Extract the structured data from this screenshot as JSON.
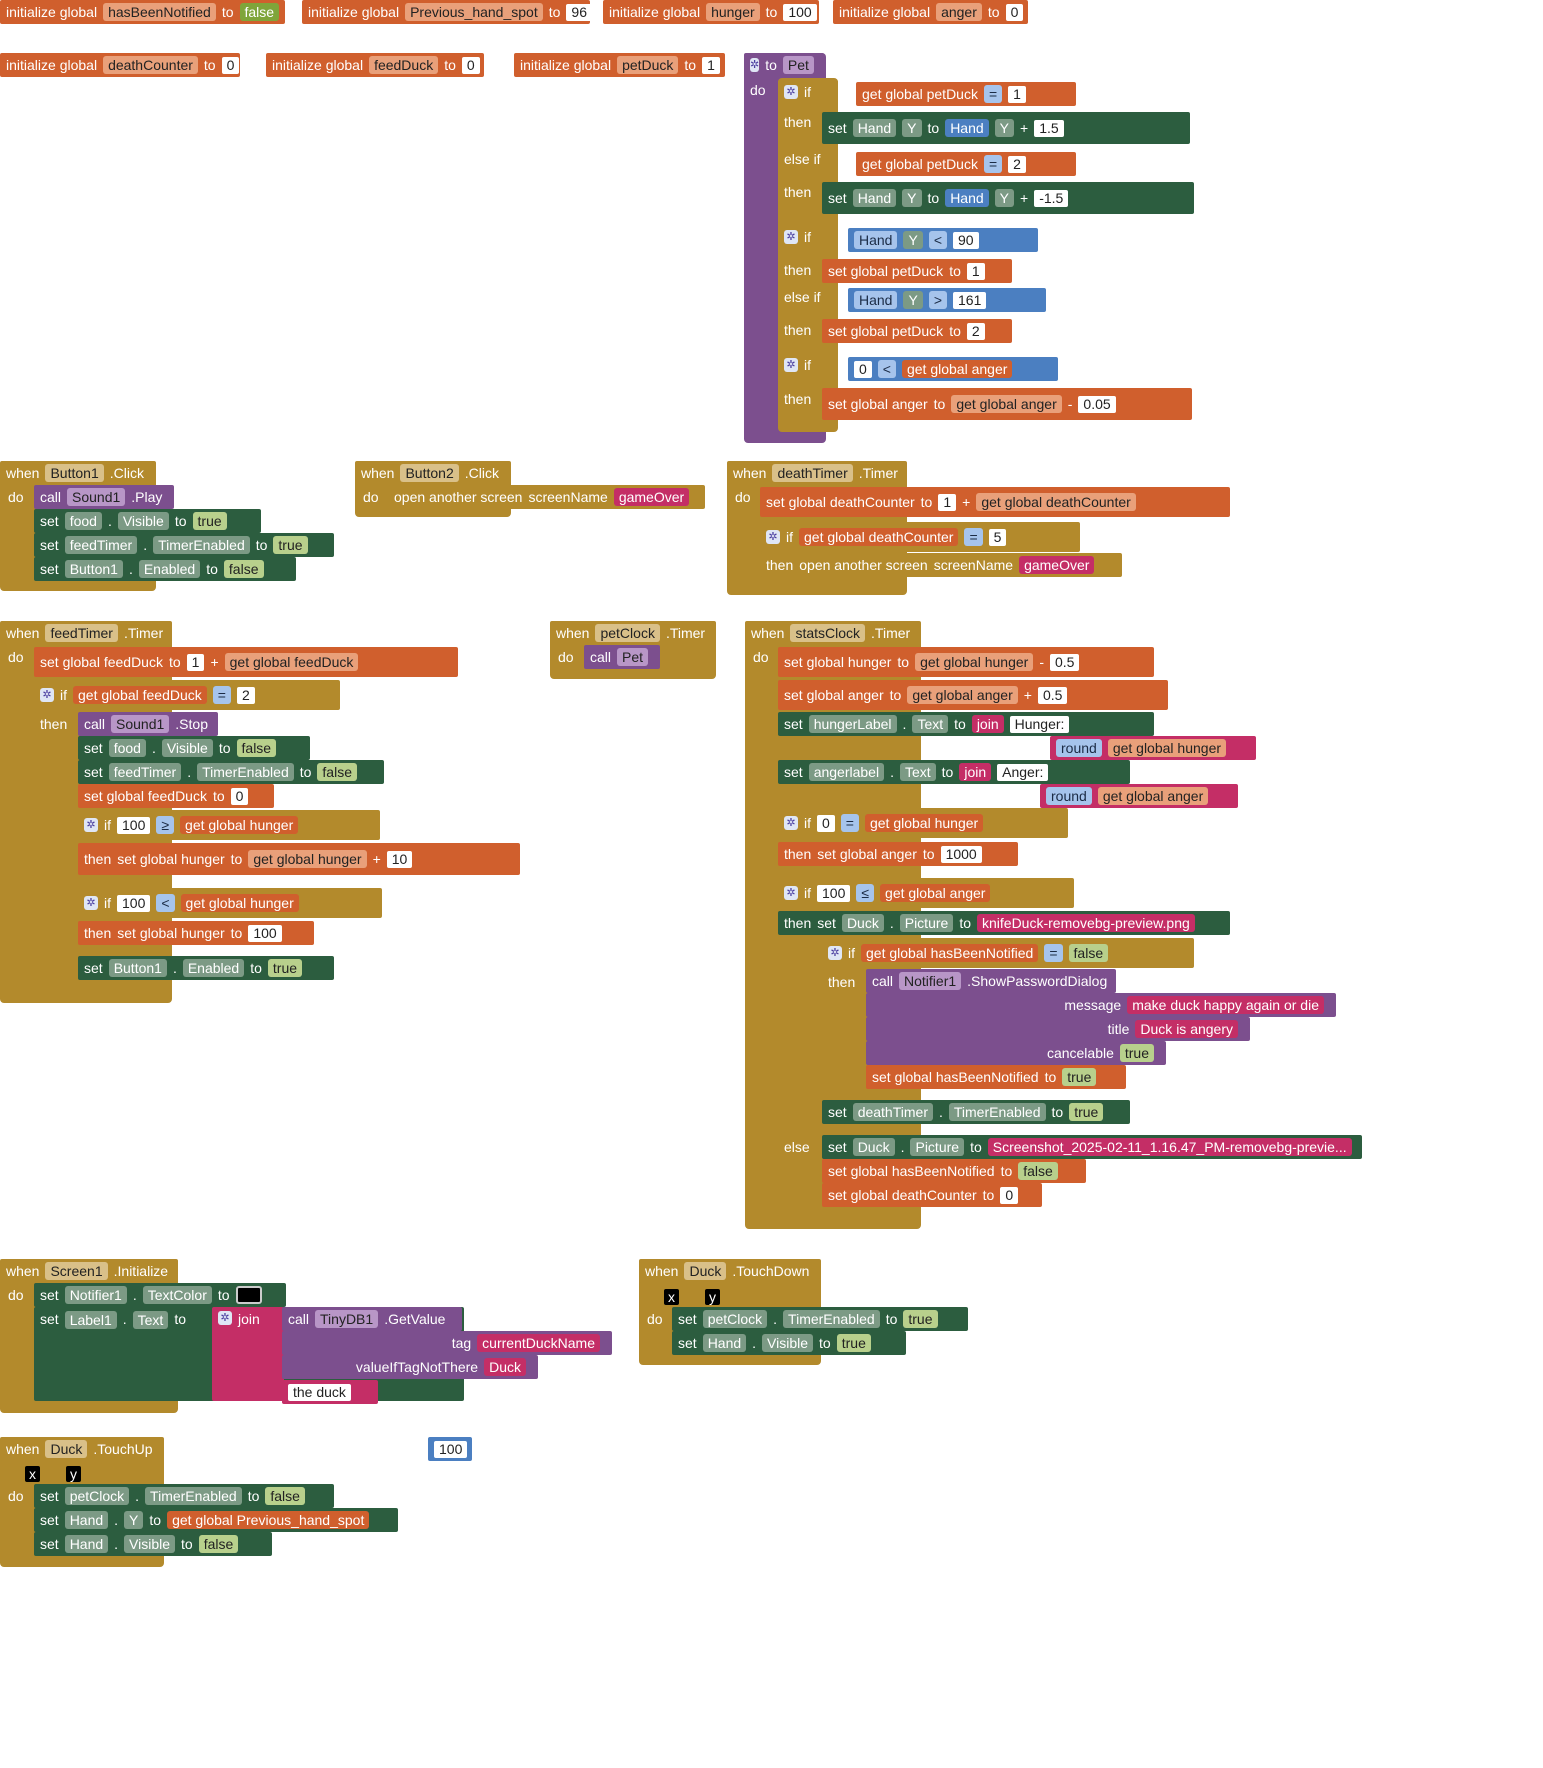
{
  "globals": [
    {
      "kw": "initialize global",
      "name": "hasBeenNotified",
      "to": "to",
      "value": "false"
    },
    {
      "kw": "initialize global",
      "name": "Previous_hand_spot",
      "to": "to",
      "value": "96"
    },
    {
      "kw": "initialize global",
      "name": "hunger",
      "to": "to",
      "value": "100"
    },
    {
      "kw": "initialize global",
      "name": "anger",
      "to": "to",
      "value": "0"
    },
    {
      "kw": "initialize global",
      "name": "deathCounter",
      "to": "to",
      "value": "0"
    },
    {
      "kw": "initialize global",
      "name": "feedDuck",
      "to": "to",
      "value": "0"
    },
    {
      "kw": "initialize global",
      "name": "petDuck",
      "to": "to",
      "value": "1"
    }
  ],
  "pet": {
    "header": "to",
    "name": "Pet",
    "do": "do",
    "lines": [
      "if",
      "get global petDuck",
      "=",
      "1",
      "then",
      "set",
      "Hand",
      "Y",
      "to",
      "Hand",
      "Y",
      "+",
      "1.5",
      "else if",
      "get global petDuck",
      "=",
      "2",
      "then",
      "set",
      "Hand",
      "Y",
      "to",
      "Hand",
      "Y",
      "+",
      "-1.5",
      "if",
      "Hand",
      "Y",
      "<",
      "90",
      "then",
      "set global petDuck",
      "to",
      "1",
      "else if",
      "Hand",
      "Y",
      ">",
      "161",
      "then",
      "set global petDuck",
      "to",
      "2",
      "if",
      "0",
      "<",
      "get global anger",
      "then",
      "set global anger",
      "to",
      "get global anger",
      "-",
      "0.05"
    ]
  },
  "button1": {
    "when": "when",
    "comp": "Button1",
    "evt": ".Click",
    "do": "do",
    "l1": [
      "call",
      "Sound1",
      ".Play"
    ],
    "l2": [
      "set",
      "food",
      ".",
      "Visible",
      "to",
      "true"
    ],
    "l3": [
      "set",
      "feedTimer",
      ".",
      "TimerEnabled",
      "to",
      "true"
    ],
    "l4": [
      "set",
      "Button1",
      ".",
      "Enabled",
      "to",
      "false"
    ]
  },
  "button2": {
    "when": "when",
    "comp": "Button2",
    "evt": ".Click",
    "do": "do",
    "l1": [
      "open another screen",
      "screenName",
      "gameOver"
    ]
  },
  "deathTimer": {
    "when": "when",
    "comp": "deathTimer",
    "evt": ".Timer",
    "do": "do",
    "l1": [
      "set global deathCounter",
      "to",
      "1",
      "+",
      "get global deathCounter"
    ],
    "l2": [
      "if",
      "get global deathCounter",
      "=",
      "5"
    ],
    "l3": [
      "then",
      "open another screen",
      "screenName",
      "gameOver"
    ]
  },
  "feedTimer": {
    "when": "when",
    "comp": "feedTimer",
    "evt": ".Timer",
    "do": "do",
    "l1": [
      "set global feedDuck",
      "to",
      "1",
      "+",
      "get global feedDuck"
    ],
    "l2": [
      "if",
      "get global feedDuck",
      "=",
      "2"
    ],
    "l3": [
      "then",
      "call",
      "Sound1",
      ".Stop"
    ],
    "l4": [
      "set",
      "food",
      ".",
      "Visible",
      "to",
      "false"
    ],
    "l5": [
      "set",
      "feedTimer",
      ".",
      "TimerEnabled",
      "to",
      "false"
    ],
    "l6": [
      "set global feedDuck",
      "to",
      "0"
    ],
    "l7": [
      "if",
      "100",
      "≥",
      "get global hunger"
    ],
    "l8": [
      "then",
      "set global hunger",
      "to",
      "get global hunger",
      "+",
      "10"
    ],
    "l9": [
      "if",
      "100",
      "<",
      "get global hunger"
    ],
    "l10": [
      "then",
      "set global hunger",
      "to",
      "100"
    ],
    "l11": [
      "set",
      "Button1",
      ".",
      "Enabled",
      "to",
      "true"
    ]
  },
  "petClock": {
    "when": "when",
    "comp": "petClock",
    "evt": ".Timer",
    "do": "do",
    "l1": [
      "call",
      "Pet"
    ]
  },
  "statsClock": {
    "when": "when",
    "comp": "statsClock",
    "evt": ".Timer",
    "do": "do",
    "l1": [
      "set global hunger",
      "to",
      "get global hunger",
      "-",
      "0.5"
    ],
    "l2": [
      "set global anger",
      "to",
      "get global anger",
      "+",
      "0.5"
    ],
    "l3": [
      "set",
      "hungerLabel",
      ".",
      "Text",
      "to",
      "join",
      "Hunger: "
    ],
    "l4": [
      "round",
      "get global hunger"
    ],
    "l5": [
      "set",
      "angerlabel",
      ".",
      "Text",
      "to",
      "join",
      "Anger: "
    ],
    "l6": [
      "round",
      "get global anger"
    ],
    "l7": [
      "if",
      "0",
      "=",
      "get global hunger"
    ],
    "l8": [
      "then",
      "set global anger",
      "to",
      "1000"
    ],
    "l9": [
      "if",
      "100",
      "≤",
      "get global anger"
    ],
    "l10": [
      "then",
      "set",
      "Duck",
      ".",
      "Picture",
      "to",
      "knifeDuck-removebg-preview.png"
    ],
    "l11": [
      "if",
      "get global hasBeenNotified",
      "=",
      "false"
    ],
    "l12": [
      "then",
      "call",
      "Notifier1",
      ".ShowPasswordDialog"
    ],
    "l13": [
      "message",
      "make duck happy again or die"
    ],
    "l14": [
      "title",
      "Duck is angery"
    ],
    "l15": [
      "cancelable",
      "true"
    ],
    "l16": [
      "set global hasBeenNotified",
      "to",
      "true"
    ],
    "l17": [
      "set",
      "deathTimer",
      ".",
      "TimerEnabled",
      "to",
      "true"
    ],
    "l18": [
      "else",
      "set",
      "Duck",
      ".",
      "Picture",
      "to",
      "Screenshot_2025-02-11_1.16.47_PM-removebg-previe..."
    ],
    "l19": [
      "set global hasBeenNotified",
      "to",
      "false"
    ],
    "l20": [
      "set global deathCounter",
      "to",
      "0"
    ]
  },
  "screen1": {
    "when": "when",
    "comp": "Screen1",
    "evt": ".Initialize",
    "do": "do",
    "l1": [
      "set",
      "Notifier1",
      ".",
      "TextColor",
      "to"
    ],
    "l2": [
      "set",
      "Label1",
      ".",
      "Text",
      "to",
      "join",
      "call",
      "TinyDB1",
      ".GetValue"
    ],
    "l3": [
      "tag",
      "currentDuckName"
    ],
    "l4": [
      "valueIfTagNotThere",
      "Duck"
    ],
    "l5": [
      "the duck"
    ]
  },
  "duckDown": {
    "when": "when",
    "comp": "Duck",
    "evt": ".TouchDown",
    "x": "x",
    "y": "y",
    "do": "do",
    "l1": [
      "set",
      "petClock",
      ".",
      "TimerEnabled",
      "to",
      "true"
    ],
    "l2": [
      "set",
      "Hand",
      ".",
      "Visible",
      "to",
      "true"
    ]
  },
  "duckUp": {
    "when": "when",
    "comp": "Duck",
    "evt": ".TouchUp",
    "x": "x",
    "y": "y",
    "do": "do",
    "l1": [
      "set",
      "petClock",
      ".",
      "TimerEnabled",
      "to",
      "false"
    ],
    "l2": [
      "set",
      "Hand",
      ".",
      "Y",
      "to",
      "get global Previous_hand_spot"
    ],
    "l3": [
      "set",
      "Hand",
      ".",
      "Visible",
      "to",
      "false"
    ]
  },
  "loose": {
    "value": "100"
  },
  "colors": {
    "variable": "#d05f2d",
    "component": "#2c5d3f",
    "logic": "#7fa53a",
    "math": "#4b7fc1",
    "procedure": "#7c4f8e",
    "text": "#c42e66",
    "event": "#b38a2c"
  }
}
